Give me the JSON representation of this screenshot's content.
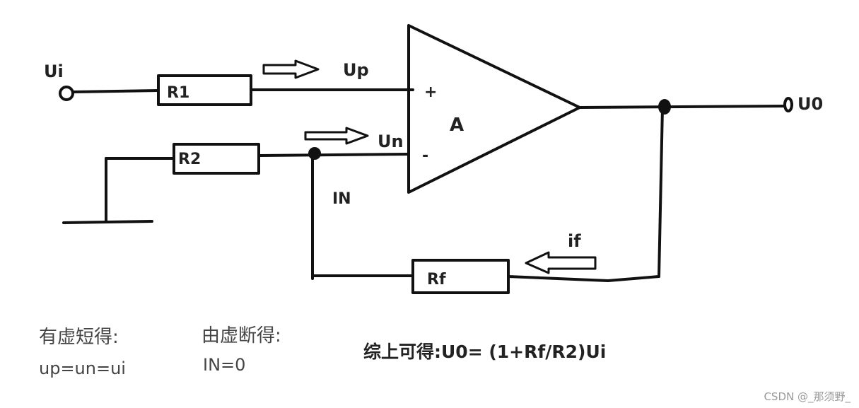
{
  "labels": {
    "input": "Ui",
    "r1": "R1",
    "r2": "R2",
    "rf": "Rf",
    "up": "Up",
    "un": "Un",
    "plus": "+",
    "minus": "-",
    "amp": "A",
    "output": "U0",
    "in_current": "IN",
    "if_current": "if"
  },
  "notes": {
    "virtual_short_title": "有虚短得:",
    "virtual_short_eq": "up=un=ui",
    "virtual_open_title": "由虚断得:",
    "virtual_open_eq": "IN=0",
    "result": "综上可得:U0= (1+Rf/R2)Ui"
  },
  "watermark": "CSDN @_那须野_"
}
